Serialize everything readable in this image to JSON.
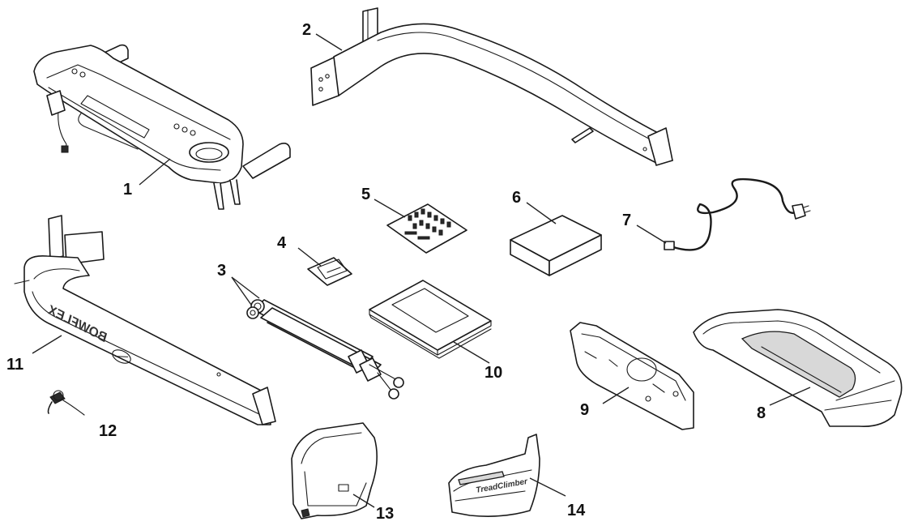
{
  "callouts": {
    "1": "1",
    "2": "2",
    "3": "3",
    "4": "4",
    "5": "5",
    "6": "6",
    "7": "7",
    "8": "8",
    "9": "9",
    "10": "10",
    "11": "11",
    "12": "12",
    "13": "13",
    "14": "14"
  },
  "brand_on_part_11": "BOWFLEX",
  "brand_on_part_14": "TreadClimber"
}
